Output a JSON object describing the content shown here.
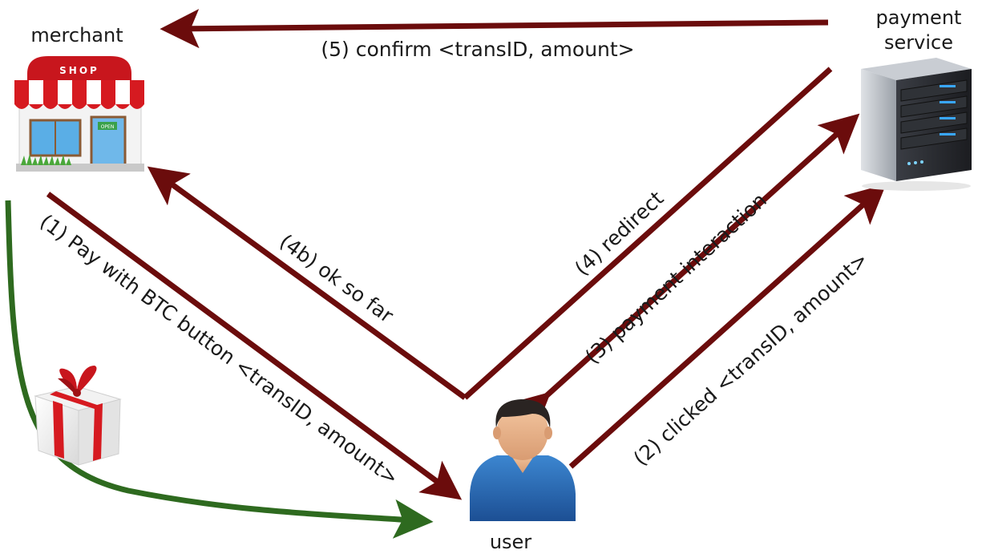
{
  "nodes": {
    "merchant": {
      "label": "merchant",
      "sign": "SHOP",
      "open_sign": "OPEN"
    },
    "payment_service": {
      "label_line1": "payment",
      "label_line2": "service"
    },
    "user": {
      "label": "user"
    }
  },
  "edges": {
    "step1": "(1) Pay with BTC button <transID, amount>",
    "step2": "(2) clicked <transID, amount>",
    "step3": "(3) payment interaction",
    "step4": "(4) redirect",
    "step4b": "(4b) ok so far",
    "step5": "(5) confirm <transID, amount>"
  },
  "colors": {
    "arrow": "#6b0c0c",
    "delivery_arrow": "#2e6a1f",
    "text": "#1a1a1a"
  },
  "icons": [
    "shop-icon",
    "server-icon",
    "user-icon",
    "gift-icon"
  ]
}
